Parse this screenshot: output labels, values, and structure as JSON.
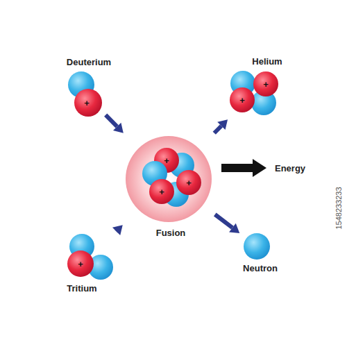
{
  "diagram": {
    "nodes": [
      {
        "text": [
          "Deuterium"
        ]
      },
      {
        "text": [
          "Helium"
        ]
      },
      {
        "text": [
          "Fusion"
        ]
      },
      {
        "text": [
          "Energy"
        ]
      },
      {
        "text": [
          "Neutron"
        ]
      },
      {
        "text": [
          "Tritium"
        ]
      }
    ],
    "edges": [
      {
        "from": 0,
        "to": 2,
        "arrow": "to"
      },
      {
        "from": 5,
        "to": 2,
        "arrow": "to"
      },
      {
        "from": 2,
        "to": 1,
        "arrow": "to"
      },
      {
        "from": 2,
        "to": 3,
        "arrow": "to"
      },
      {
        "from": 2,
        "to": 4,
        "arrow": "to"
      }
    ],
    "labels": [
      "+",
      "+",
      "+",
      "+",
      "+",
      "+",
      "+",
      "1548233233"
    ]
  }
}
